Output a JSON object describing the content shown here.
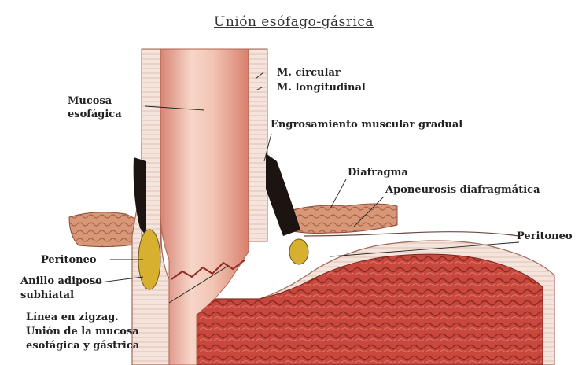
{
  "title": "Unión esófago-gásrica",
  "labels": {
    "m_circular": "M. circular",
    "m_longitudinal": "M. longitudinal",
    "mucosa_esofagica_1": "Mucosa",
    "mucosa_esofagica_2": "esofágica",
    "engrosamiento": "Engrosamiento muscular gradual",
    "diafragma": "Diafragma",
    "aponeurosis": "Aponeurosis diafragmática",
    "peritoneo_right": "Peritoneo",
    "peritoneo_left": "Peritoneo",
    "anillo_1": "Anillo adiposo",
    "anillo_2": "subhiatal",
    "linea_1": "Línea en zigzag.",
    "linea_2": "Unión de la mucosa",
    "linea_3": "esofágica y gástrica"
  },
  "colors": {
    "mucosa": "#e8a090",
    "mucosa_light": "#f6d6c8",
    "muscle_wall": "#f4e4dc",
    "stomach_mucosa": "#c8483e",
    "fat": "#d8b030",
    "diaphragm": "#d89878",
    "lumen_dark": "#1c1410"
  }
}
